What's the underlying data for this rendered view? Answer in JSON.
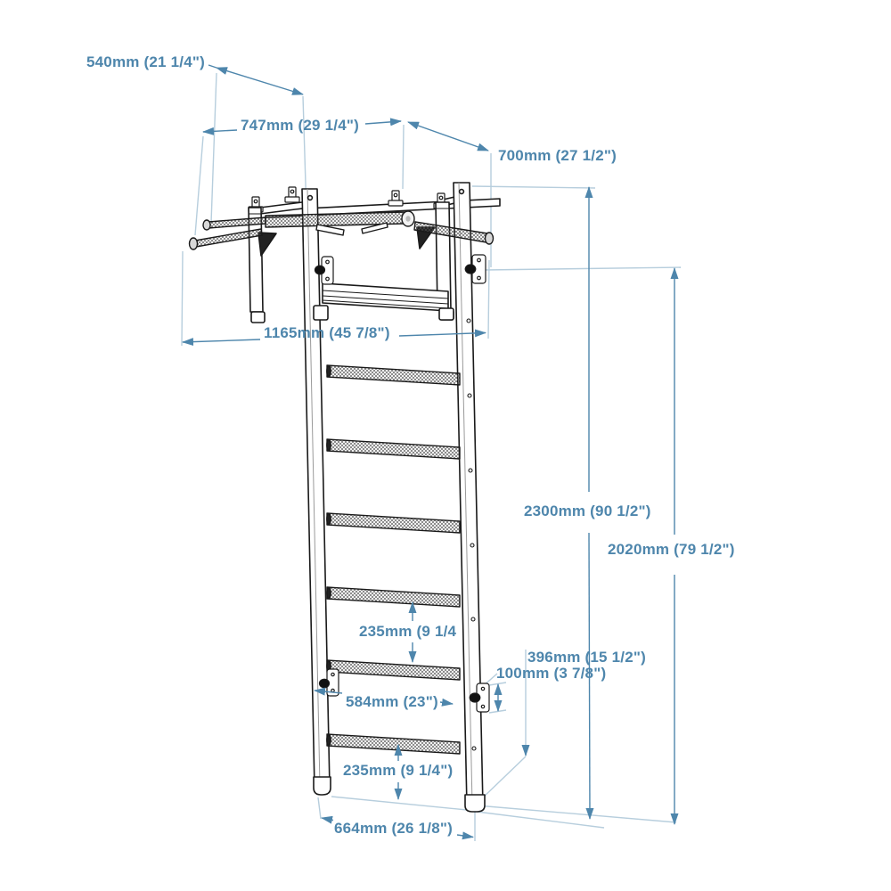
{
  "drawing": {
    "subject": "wall-mounted stall bars with pull-up bar, dimensioned technical drawing",
    "background_color": "#ffffff",
    "line_art_color": "#1a1a1a",
    "annotation_color": "#4e86ac",
    "extension_line_color": "#b7cedd"
  },
  "labels": [
    {
      "id": "dim-540",
      "text": "540mm (21 1/4\")"
    },
    {
      "id": "dim-747",
      "text": "747mm (29 1/4\")"
    },
    {
      "id": "dim-700",
      "text": "700mm (27 1/2\")"
    },
    {
      "id": "dim-1165",
      "text": "1165mm (45 7/8\")"
    },
    {
      "id": "dim-2300",
      "text": "2300mm (90 1/2\")"
    },
    {
      "id": "dim-2020",
      "text": "2020mm (79 1/2\")"
    },
    {
      "id": "dim-235-upper",
      "text": "235mm (9 1/4"
    },
    {
      "id": "dim-396",
      "text": "396mm (15 1/2\")"
    },
    {
      "id": "dim-100",
      "text": "100mm (3 7/8\")"
    },
    {
      "id": "dim-584",
      "text": "584mm (23\")"
    },
    {
      "id": "dim-235-lower",
      "text": "235mm (9 1/4\")"
    },
    {
      "id": "dim-664",
      "text": "664mm (26 1/8\")"
    }
  ]
}
